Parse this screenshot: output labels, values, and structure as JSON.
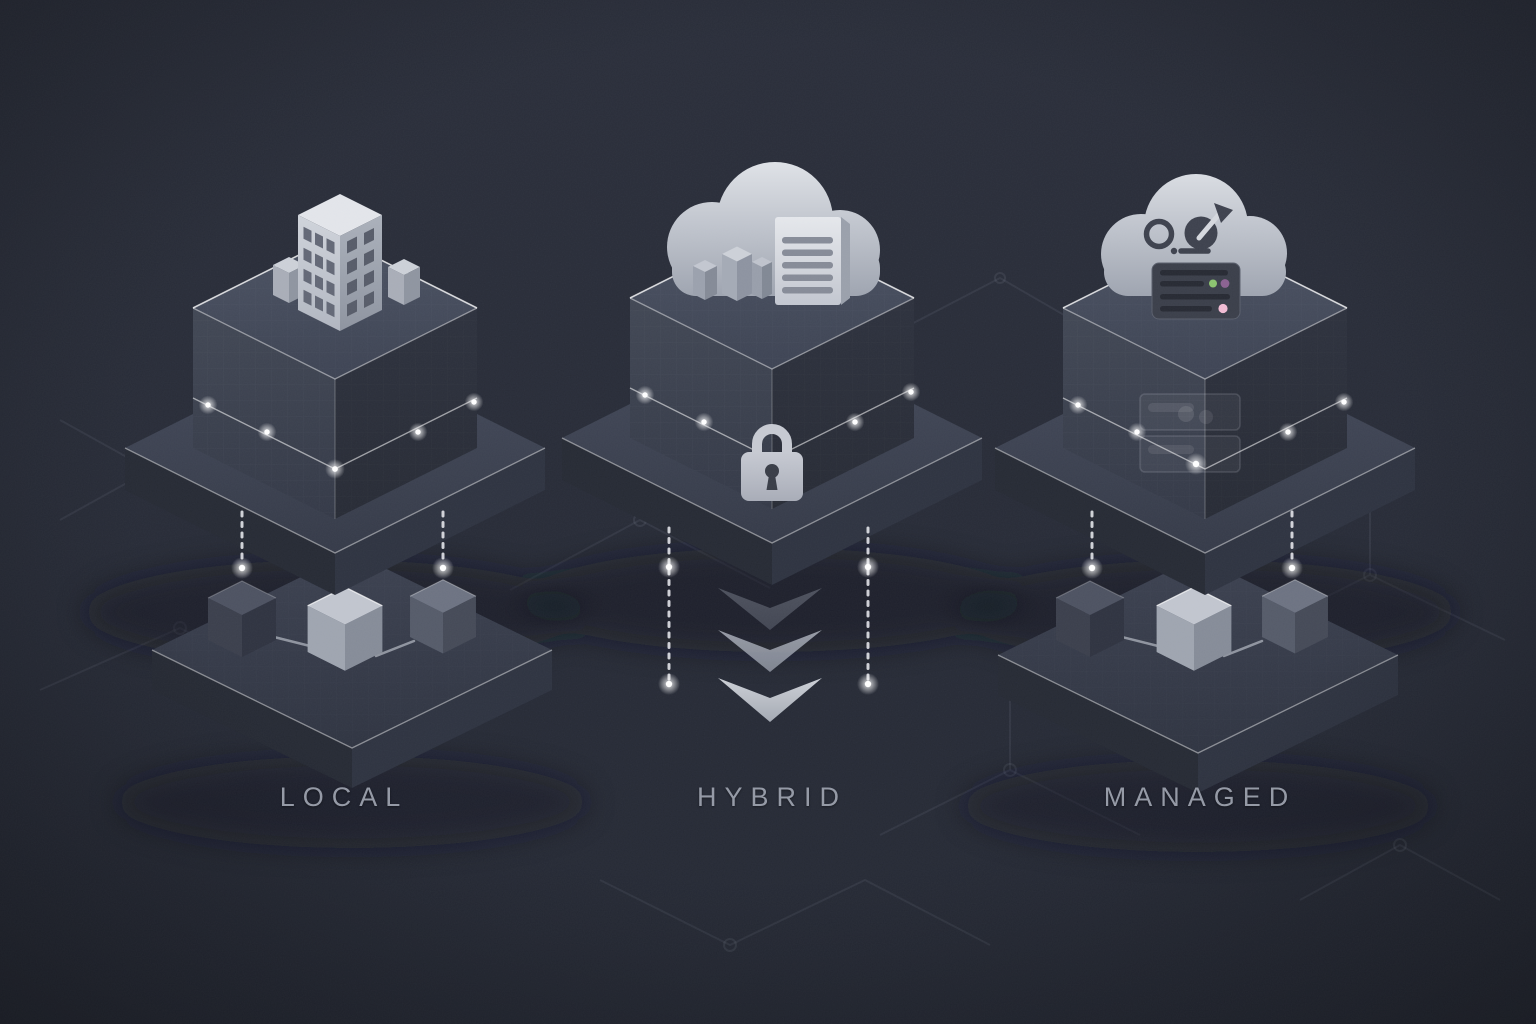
{
  "illustration": {
    "title": "deployment-options-isometric",
    "background_color": "#272b37",
    "glow_color": "#ffffff",
    "label_color": "#959aa6",
    "stations": [
      {
        "id": "local",
        "label": "LOCAL",
        "icon": "office-building-icon",
        "node_cubes": 3,
        "dashed_connectors": 2
      },
      {
        "id": "hybrid",
        "label": "HYBRID",
        "icon": "cloud-document-icon",
        "overlay_icon": "lock-icon",
        "chevron_count": 3,
        "dashed_connectors": 2
      },
      {
        "id": "managed",
        "label": "MANAGED",
        "icon": "cloud-gauge-server-icon",
        "server_led_colors": [
          "#8bc46e",
          "#8b6190",
          "#f2bcd4"
        ],
        "node_cubes": 3,
        "dashed_connectors": 2
      }
    ]
  }
}
